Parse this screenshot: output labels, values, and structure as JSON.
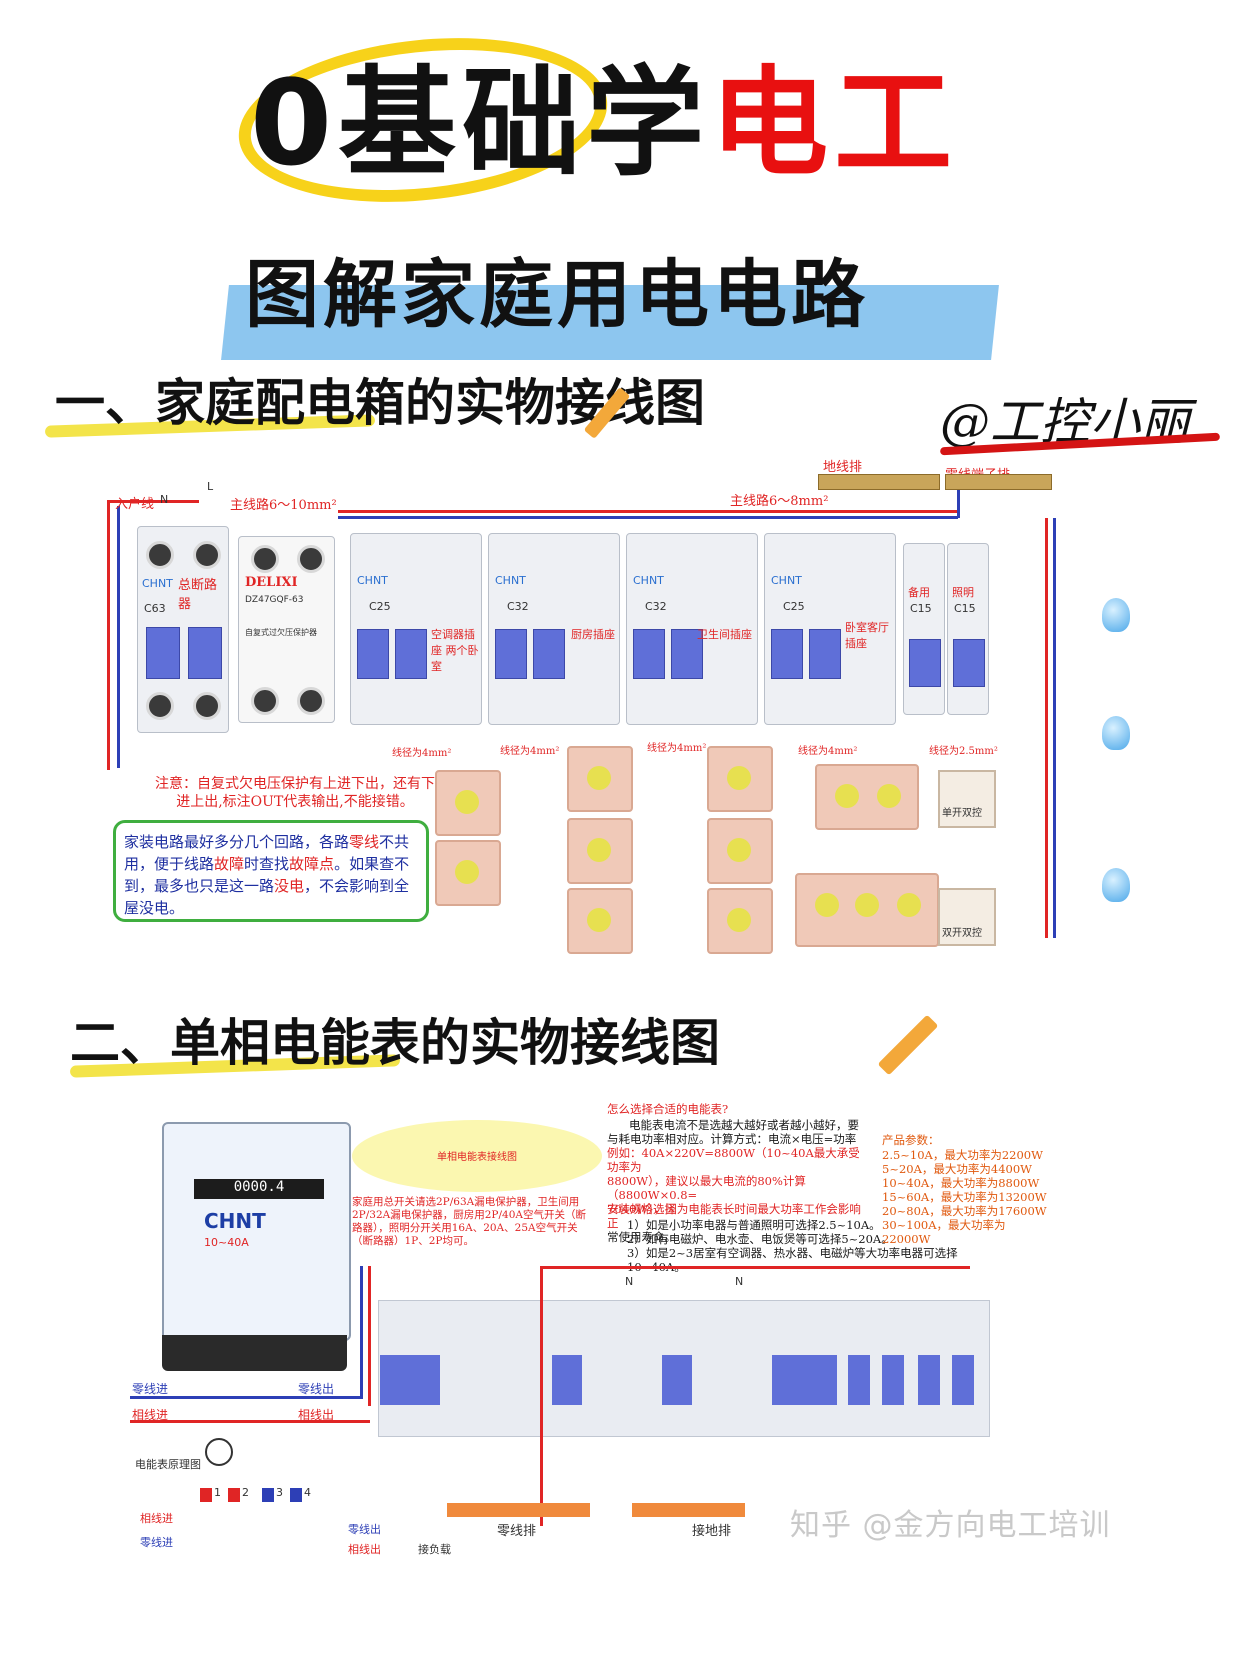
{
  "header": {
    "title_black": "0基础学",
    "title_red": "电工",
    "subtitle": "图解家庭用电电路",
    "signature": "@工控小丽"
  },
  "section1": {
    "heading": "一、家庭配电箱的实物接线图",
    "labels": {
      "incoming": "入户线",
      "n": "N",
      "l": "L",
      "main_wire": "主线路6～10mm²",
      "main_wire2": "主线路6～8mm²",
      "ground_bar": "地线排",
      "neutral_bar": "零线端子排",
      "main_breaker": "总断路器",
      "protector": "自复式过欠压保护器",
      "brand_deli": "DELIXI",
      "model_deli": "DZ47GQF-63",
      "brand_chnt": "CHNT",
      "c63": "C63",
      "c25a": "C25",
      "c32a": "C32",
      "c32b": "C32",
      "c25b": "C25",
      "c15a": "C15",
      "c15b": "C15",
      "ac_socket": "空调器插座 两个卧室",
      "kitchen": "厨房插座",
      "bathroom": "卫生间插座",
      "bedroom": "卧室客厅 插座",
      "spare": "备用",
      "lighting": "照明",
      "wire4a": "线径为4mm²",
      "wire4b": "线径为4mm²",
      "wire4c": "线径为4mm²",
      "wire4d": "线径为4mm²",
      "wire25": "线径为2.5mm²",
      "single_switch": "单开双控",
      "double_switch": "双开双控"
    },
    "note_red": "注意：自复式欠电压保护有上进下出，还有下进上出,标注OUT代表输出,不能接错。",
    "note_box_parts": [
      "家装电路最好多分几个回路，各路",
      "零线",
      "不共用，便于线路",
      "故障",
      "时查找",
      "故障点",
      "。如果查不到，最多也只是这一路",
      "没电",
      "，不会影响到全屋没电。"
    ]
  },
  "section2": {
    "heading": "二、单相电能表的实物接线图",
    "bubble": "单相电能表接线图",
    "meter_brand": "CHNT",
    "meter_reading": "0000.4",
    "meter_rating": "10~40A",
    "labels_left": {
      "neutral_in": "零线进",
      "phase_in": "相线进",
      "neutral_out": "零线出",
      "phase_out": "相线出",
      "principle": "电能表原理图",
      "phase_in2": "相线进",
      "neutral_in2": "零线进",
      "neutral_out2": "零线出",
      "phase_out2": "相线出",
      "load": "接负载",
      "t1": "1",
      "t2": "2",
      "t3": "3",
      "t4": "4"
    },
    "advice_mid": "家庭用总开关请选2P/63A漏电保护器，卫生间用2P/32A漏电保护器，厨房用2P/40A空气开关（断路器），照明分开关用16A、20A、25A空气开关（断路器）1P、2P均可。",
    "question": "怎么选择合适的电能表?",
    "answer_lines": [
      "电能表电流不是选越大越好或者越小越好，要",
      "与耗电功率相对应。计算方式：电流×电压=功率",
      "例如：40A×220V=8800W（10~40A最大承受功率为",
      "8800W），建议以最大电流的80%计算（8800W×0.8=",
      "7040W），因为电能表长时间最大功率工作会影响正",
      "常使用寿命。"
    ],
    "install_title": "安装规格选择",
    "install_lines": [
      "1）如是小功率电器与普通照明可选择2.5~10A。",
      "2）如有电磁炉、电水壶、电饭煲等可选择5~20A。",
      "3）如是2~3居室有空调器、热水器、电磁炉等大功率电器可选择10~40A。"
    ],
    "spec_title": "产品参数：",
    "spec_lines": [
      "2.5~10A，最大功率为2200W",
      "5~20A，最大功率为4400W",
      "10~40A，最大功率为8800W",
      "15~60A，最大功率为13200W",
      "20~80A，最大功率为17600W",
      "30~100A，最大功率为22000W"
    ],
    "neutral_bar": "零线排",
    "ground_bar": "接地排",
    "n_mark1": "N",
    "n_mark2": "N"
  },
  "watermark": "知乎 @金方向电工培训"
}
